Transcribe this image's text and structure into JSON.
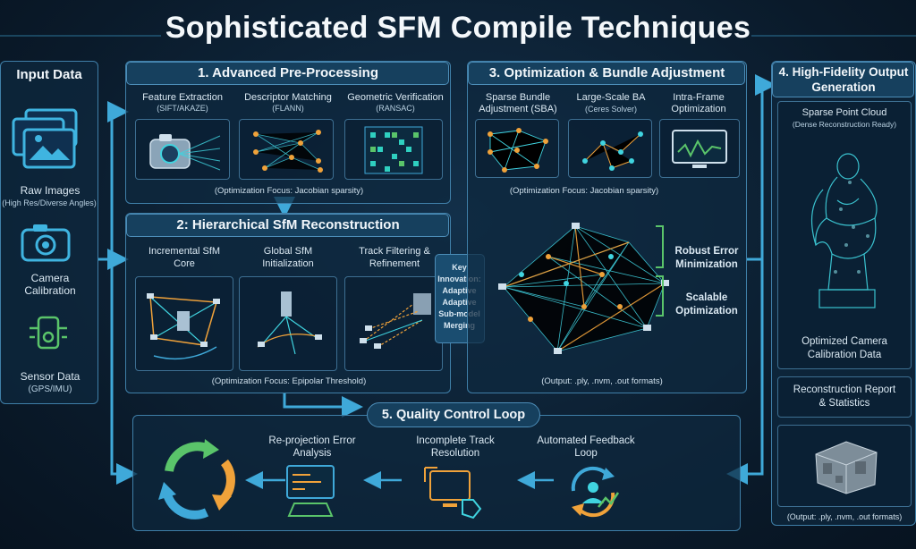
{
  "title": "Sophisticated SFM Compile Techniques",
  "input": {
    "title": "Input Data",
    "raw_images": "Raw Images",
    "raw_images_sub": "(High Res/Diverse Angles)",
    "camera": "Camera",
    "calibration": "Calibration",
    "sensor": "Sensor Data",
    "sensor_sub": "(GPS/IMU)"
  },
  "preproc": {
    "title": "1. Advanced Pre-Processing",
    "col1": "Feature Extraction",
    "col1_sub": "(SIFT/AKAZE)",
    "col2": "Descriptor Matching",
    "col2_sub": "(FLANN)",
    "col3": "Geometric Verification",
    "col3_sub": "(RANSAC)",
    "focus": "(Optimization Focus: Jacobian sparsity)"
  },
  "hier": {
    "title": "2: Hierarchical SfM Reconstruction",
    "col1a": "Incremental SfM",
    "col1b": "Core",
    "col2a": "Global SfM",
    "col2b": "Initialization",
    "col3a": "Track Filtering &",
    "col3b": "Refinement",
    "focus": "(Optimization Focus: Epipolar Threshold)"
  },
  "key": {
    "l1": "Key",
    "l2": "Innovation:",
    "l3": "Adaptive",
    "l4": "Adaptive",
    "l5": "Sub-model",
    "l6": "Merging"
  },
  "opt": {
    "title": "3. Optimization & Bundle Adjustment",
    "col1a": "Sparse Bundle",
    "col1b": "Adjustment (SBA)",
    "col2a": "Large-Scale BA",
    "col2b": "(Ceres Solver)",
    "col3a": "Intra-Frame",
    "col3b": "Optimization",
    "focus": "(Optimization Focus: Jacobian sparsity)",
    "robust_a": "Robust Error",
    "robust_b": "Minimization",
    "scalable_a": "Scalable",
    "scalable_b": "Optimization",
    "output": "(Output: .ply, .nvm, .out formats)"
  },
  "out": {
    "title_a": "4. High-Fidelity Output",
    "title_b": "Generation",
    "sparse": "Sparse Point Cloud",
    "sparse_sub": "(Dense Reconstruction Ready)",
    "cam_a": "Optimized Camera",
    "cam_b": "Calibration Data",
    "report_a": "Reconstruction Report",
    "report_b": "& Statistics",
    "output": "(Output: .ply, .nvm, .out formats)"
  },
  "qc": {
    "title": "5. Quality Control Loop",
    "c1a": "Re-projection Error",
    "c1b": "Analysis",
    "c2a": "Incomplete Track",
    "c2b": "Resolution",
    "c3a": "Automated Feedback",
    "c3b": "Loop"
  },
  "colors": {
    "accent": "#3fa9d9",
    "node_orange": "#f0a23a",
    "node_cyan": "#40d4e0",
    "arrow_green": "#5ac46a"
  }
}
